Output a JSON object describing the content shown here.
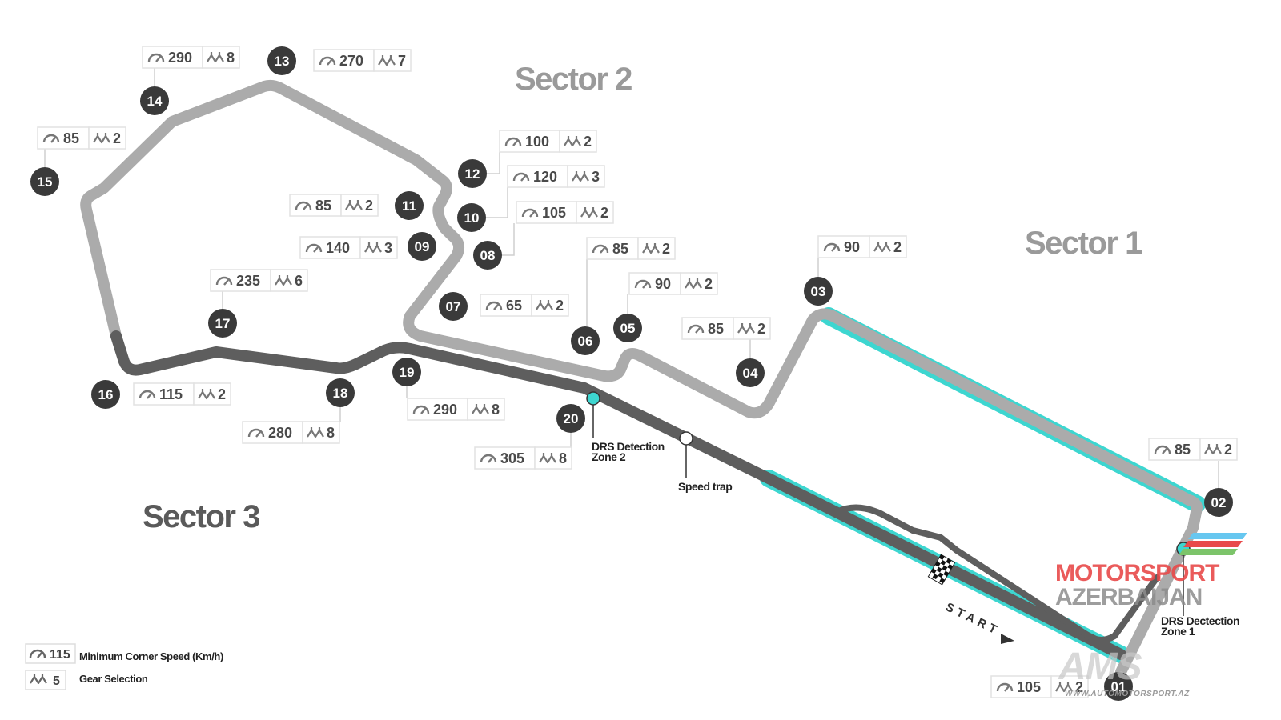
{
  "sectors": [
    {
      "id": "s1",
      "label": "Sector 1"
    },
    {
      "id": "s2",
      "label": "Sector 2"
    },
    {
      "id": "s3",
      "label": "Sector 3"
    }
  ],
  "turns": [
    {
      "num": "01",
      "speed": "105",
      "gear": "2"
    },
    {
      "num": "02",
      "speed": "85",
      "gear": "2"
    },
    {
      "num": "03",
      "speed": "90",
      "gear": "2"
    },
    {
      "num": "04",
      "speed": "85",
      "gear": "2"
    },
    {
      "num": "05",
      "speed": "90",
      "gear": "2"
    },
    {
      "num": "06",
      "speed": "85",
      "gear": "2"
    },
    {
      "num": "07",
      "speed": "65",
      "gear": "2"
    },
    {
      "num": "08",
      "speed": "105",
      "gear": "2"
    },
    {
      "num": "09",
      "speed": "140",
      "gear": "3"
    },
    {
      "num": "10",
      "speed": "120",
      "gear": "3"
    },
    {
      "num": "11",
      "speed": "85",
      "gear": "2"
    },
    {
      "num": "12",
      "speed": "100",
      "gear": "2"
    },
    {
      "num": "13",
      "speed": "270",
      "gear": "7"
    },
    {
      "num": "14",
      "speed": "290",
      "gear": "8"
    },
    {
      "num": "15",
      "speed": "85",
      "gear": "2"
    },
    {
      "num": "16",
      "speed": "115",
      "gear": "2"
    },
    {
      "num": "17",
      "speed": "235",
      "gear": "6"
    },
    {
      "num": "18",
      "speed": "280",
      "gear": "8"
    },
    {
      "num": "19",
      "speed": "290",
      "gear": "8"
    },
    {
      "num": "20",
      "speed": "305",
      "gear": "8"
    }
  ],
  "markers": {
    "drs1": "DRS Dectection\nZone 1",
    "drs2": "DRS Detection\nZone 2",
    "speed_trap": "Speed trap",
    "start": "START"
  },
  "legend": {
    "speed_value": "115",
    "speed_label": "Minimum Corner Speed (Km/h)",
    "gear_value": "5",
    "gear_label": "Gear Selection"
  },
  "watermark": {
    "line1": "MOTORSPORT",
    "line2": "AZERBAIJAN",
    "logo": "AMS",
    "url": "WWW.AUTOMOTORSPORT.AZ"
  },
  "colors": {
    "track_light": "#ababab",
    "track_dark": "#5e5e5e",
    "drs": "#3dd6d0",
    "badge": "#3a3a3a",
    "sector_title": "#9a9a9a",
    "sector3_title": "#5a5a5a"
  }
}
